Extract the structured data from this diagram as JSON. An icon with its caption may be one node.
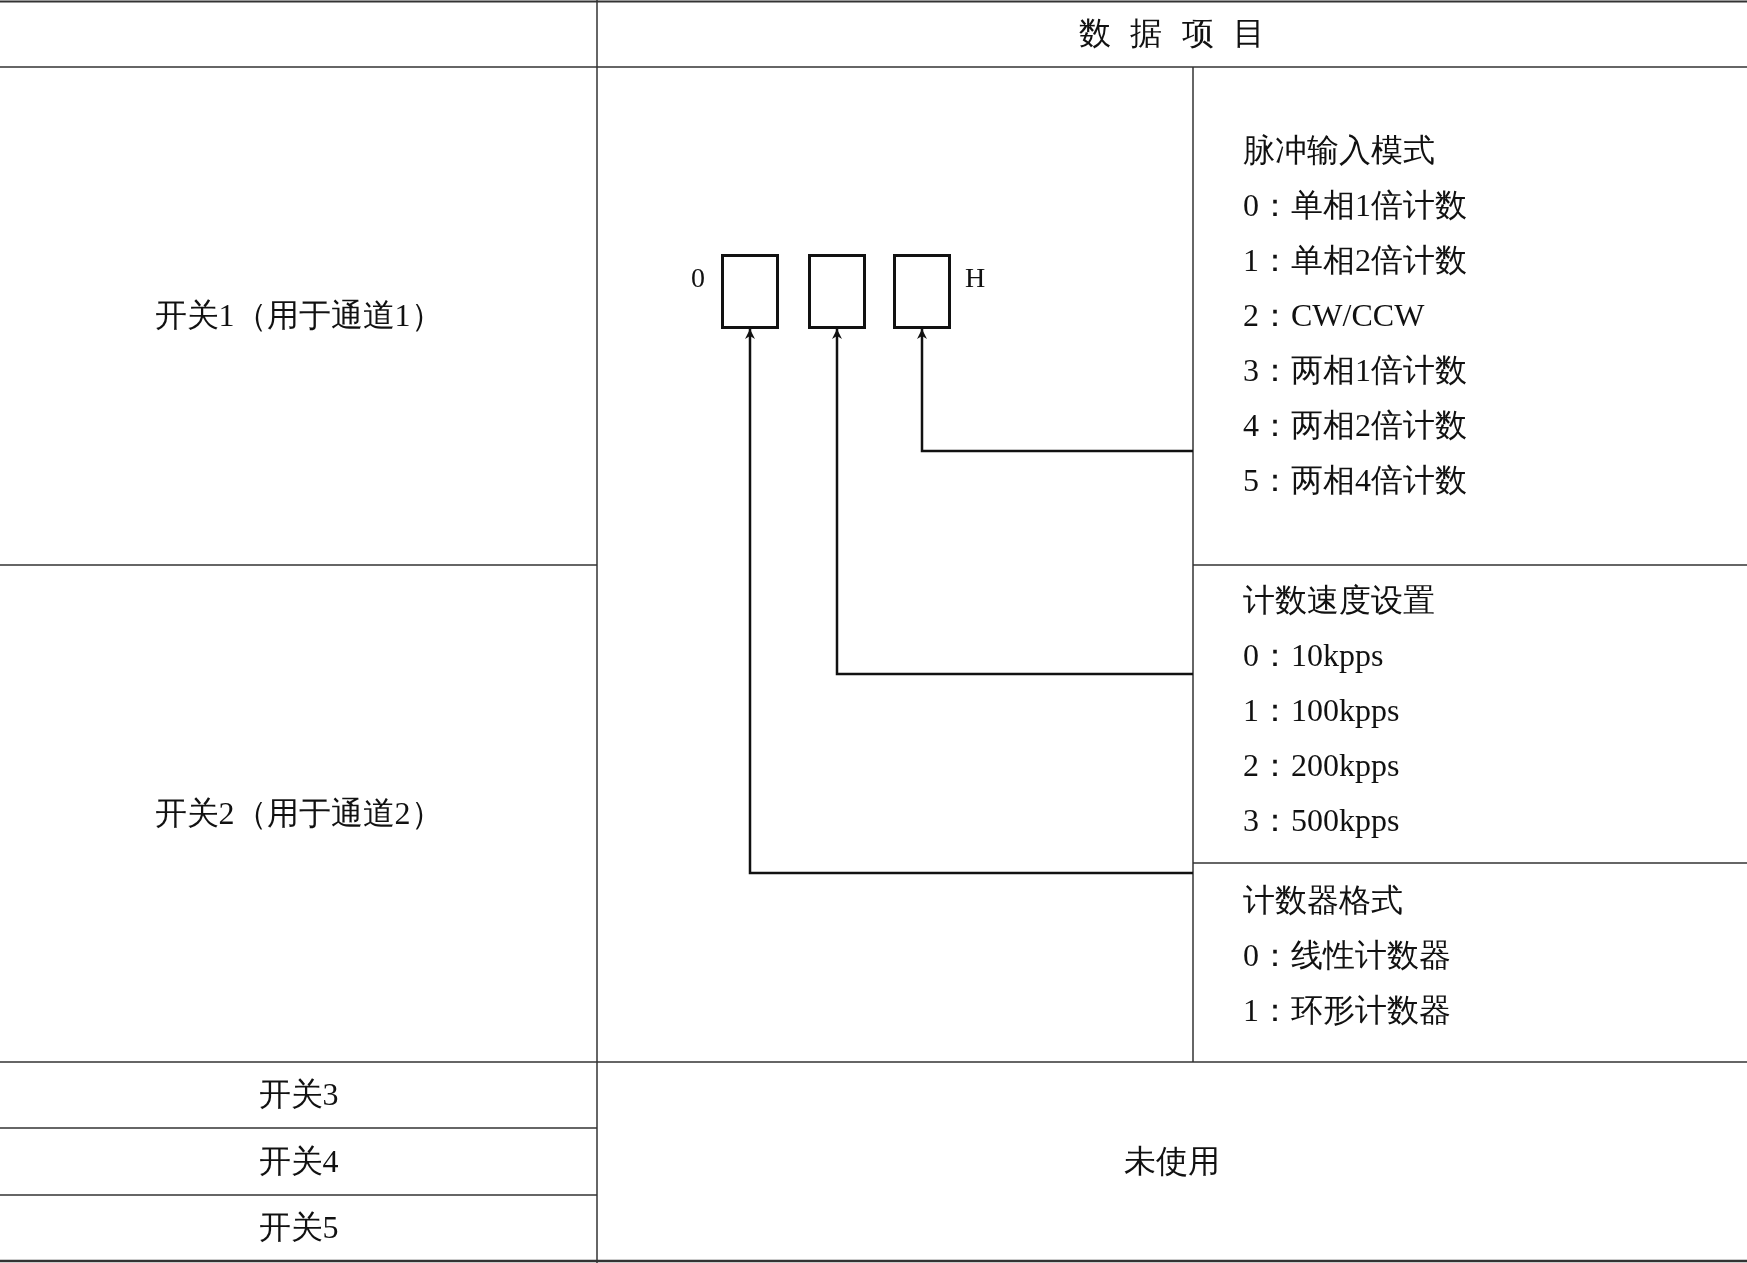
{
  "diagram": {
    "nodes": [
      {
        "text": [],
        "shape": "box",
        "beside": [
          "0"
        ]
      },
      {
        "text": [],
        "shape": "box"
      },
      {
        "text": [],
        "shape": "box",
        "beside": [
          "H"
        ]
      },
      {
        "text": [
          "脉冲输入模式",
          "0：单相1倍计数",
          "1：单相2倍计数",
          "2：CW/CCW",
          "3：两相1倍计数",
          "4：两相2倍计数",
          "5：两相4倍计数"
        ]
      },
      {
        "text": [
          "计数速度设置",
          "0：10kpps",
          "1：100kpps",
          "2：200kpps",
          "3：500kpps"
        ]
      },
      {
        "text": [
          "计数器格式",
          "0：线性计数器",
          "1：环形计数器"
        ]
      }
    ],
    "edges": [
      {
        "from": 3,
        "to": 2,
        "arrow": "to"
      },
      {
        "from": 4,
        "to": 1,
        "arrow": "to"
      },
      {
        "from": 5,
        "to": 0,
        "arrow": "to"
      }
    ],
    "labels": [
      "数据项目",
      "开关1（用于通道1）",
      "开关2（用于通道2）",
      "开关3",
      "未使用",
      "开关4",
      "开关5"
    ]
  }
}
